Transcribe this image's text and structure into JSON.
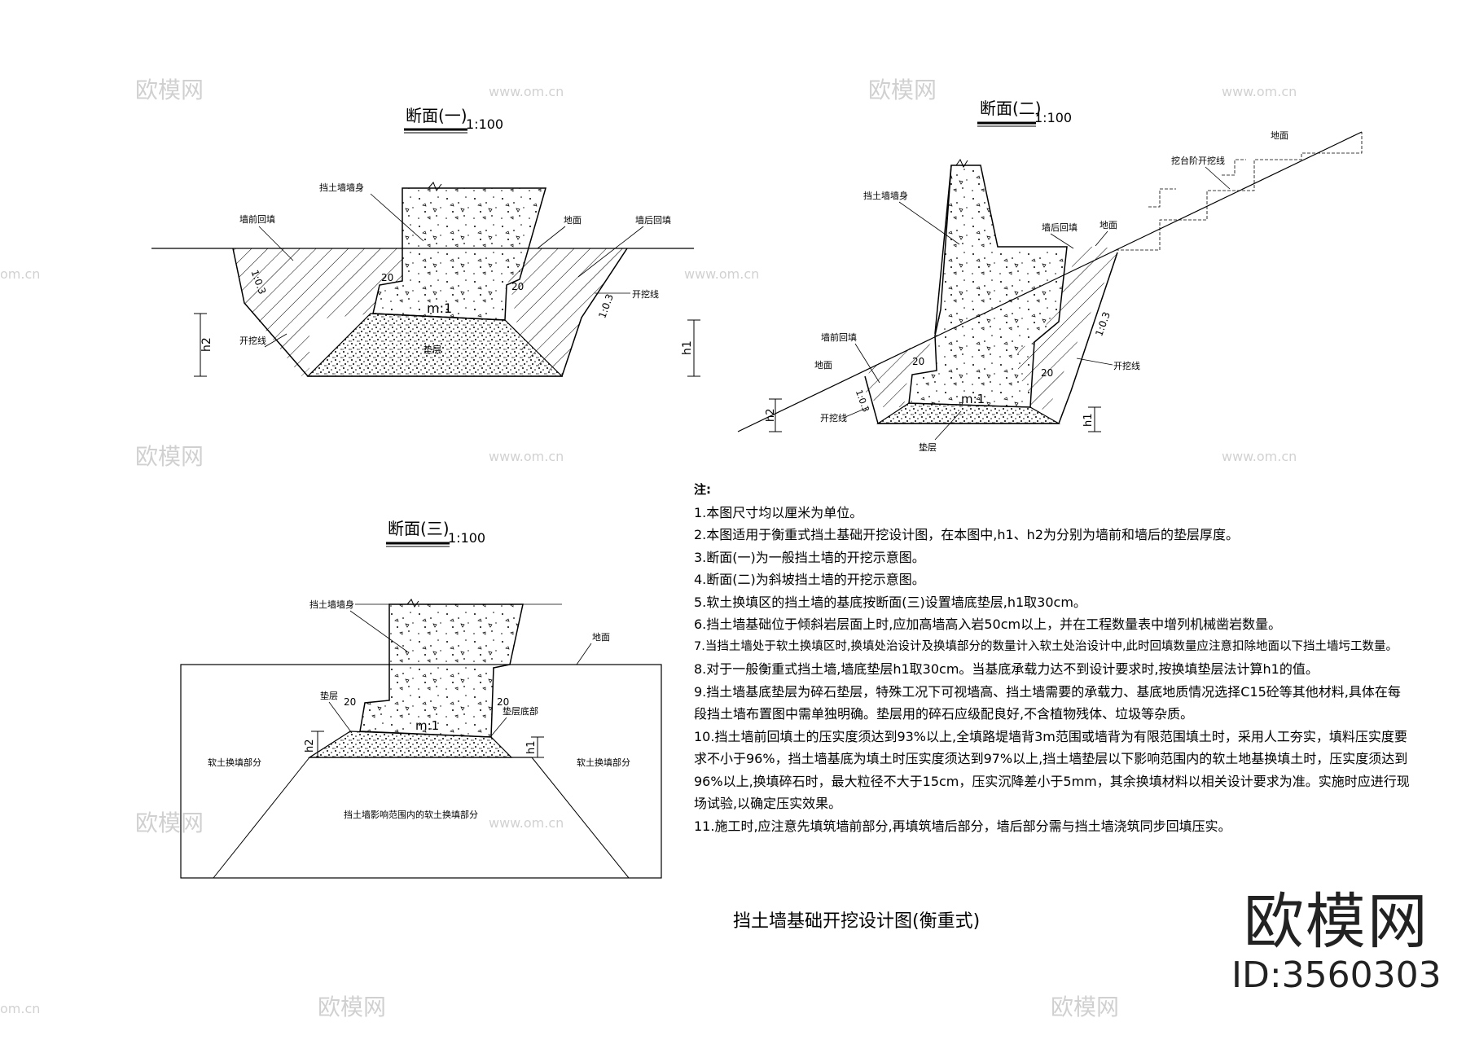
{
  "section1": {
    "title": "断面(一)",
    "scale": "1:100",
    "labels": {
      "wall_body": "挡土墙墙身",
      "front_fill": "墙前回填",
      "ground": "地面",
      "back_fill": "墙后回填",
      "excavation_line_right": "开挖线",
      "excavation_line_left": "开挖线",
      "cushion": "垫层",
      "slope_left": "1:0.3",
      "slope_right": "1:0.3",
      "ratio": "m:1",
      "dim_left": "20",
      "dim_right": "20",
      "h2": "h2",
      "h1": "h1"
    }
  },
  "section2": {
    "title": "断面(二)",
    "scale": "1:100",
    "labels": {
      "wall_body": "挡土墙墙身",
      "ground_top": "地面",
      "step_excavation": "挖台阶开挖线",
      "back_fill": "墙后回填",
      "ground_mid": "地面",
      "front_fill": "墙前回填",
      "ground_left": "地面",
      "excavation_line_left": "开挖线",
      "excavation_line_right": "开挖线",
      "cushion": "垫层",
      "slope_left": "1:0.3",
      "slope_right": "1:0.3",
      "ratio": "m:1",
      "dim_left": "20",
      "dim_right": "20",
      "h2": "h2",
      "h1": "h1"
    }
  },
  "section3": {
    "title": "断面(三)",
    "scale": "1:100",
    "labels": {
      "wall_body": "挡土墙墙身",
      "ground": "地面",
      "cushion": "垫层",
      "cushion_bottom": "垫层底部",
      "soft_left": "软土换填部分",
      "soft_right": "软土换填部分",
      "influence": "挡土墙影响范围内的软土换填部分",
      "ratio": "m:1",
      "dim_left": "20",
      "dim_right": "20",
      "h2": "h2",
      "h1": "h1"
    }
  },
  "notes": {
    "heading": "注:",
    "items": [
      "1.本图尺寸均以厘米为单位。",
      "2.本图适用于衡重式挡土基础开挖设计图，在本图中,h1、h2为分别为墙前和墙后的垫层厚度。",
      "3.断面(一)为一般挡土墙的开挖示意图。",
      "4.断面(二)为斜坡挡土墙的开挖示意图。",
      "5.软土换填区的挡土墙的基底按断面(三)设置墙底垫层,h1取30cm。",
      "6.挡土墙基础位于倾斜岩层面上时,应加高墙高入岩50cm以上，并在工程数量表中增列机械凿岩数量。",
      "7.当挡土墙处于软土换填区时,换填处治设计及换填部分的数量计入软土处治设计中,此时回填数量应注意扣除地面以下挡土墙圬工数量。",
      "8.对于一般衡重式挡土墙,墙底垫层h1取30cm。当基底承载力达不到设计要求时,按换填垫层法计算h1的值。",
      "9.挡土墙基底垫层为碎石垫层，特殊工况下可视墙高、挡土墙需要的承载力、基底地质情况选择C15砼等其他材料,具体在每段挡土墙布置图中需单独明确。垫层用的碎石应级配良好,不含植物残体、垃圾等杂质。",
      "10.挡土墙前回填土的压实度须达到93%以上,全填路堤墙背3m范围或墙背为有限范围填土时，采用人工夯实，填料压实度要求不小于96%，挡土墙基底为填土时压实度须达到97%以上,挡土墙垫层以下影响范围内的软土地基换填土时，压实度须达到96%以上,换填碎石时，最大粒径不大于15cm，压实沉降差小于5mm，其余换填材料以相关设计要求为准。实施时应进行现场试验,以确定压实效果。",
      "11.施工时,应注意先填筑墙前部分,再填筑墙后部分，墙后部分需与挡土墙浇筑同步回填压实。"
    ]
  },
  "main_title": "挡土墙基础开挖设计图(衡重式)",
  "watermark": {
    "logo": "欧模网",
    "id": "ID:3560303",
    "site": "www.om.cn",
    "site_short": "om.cn"
  }
}
